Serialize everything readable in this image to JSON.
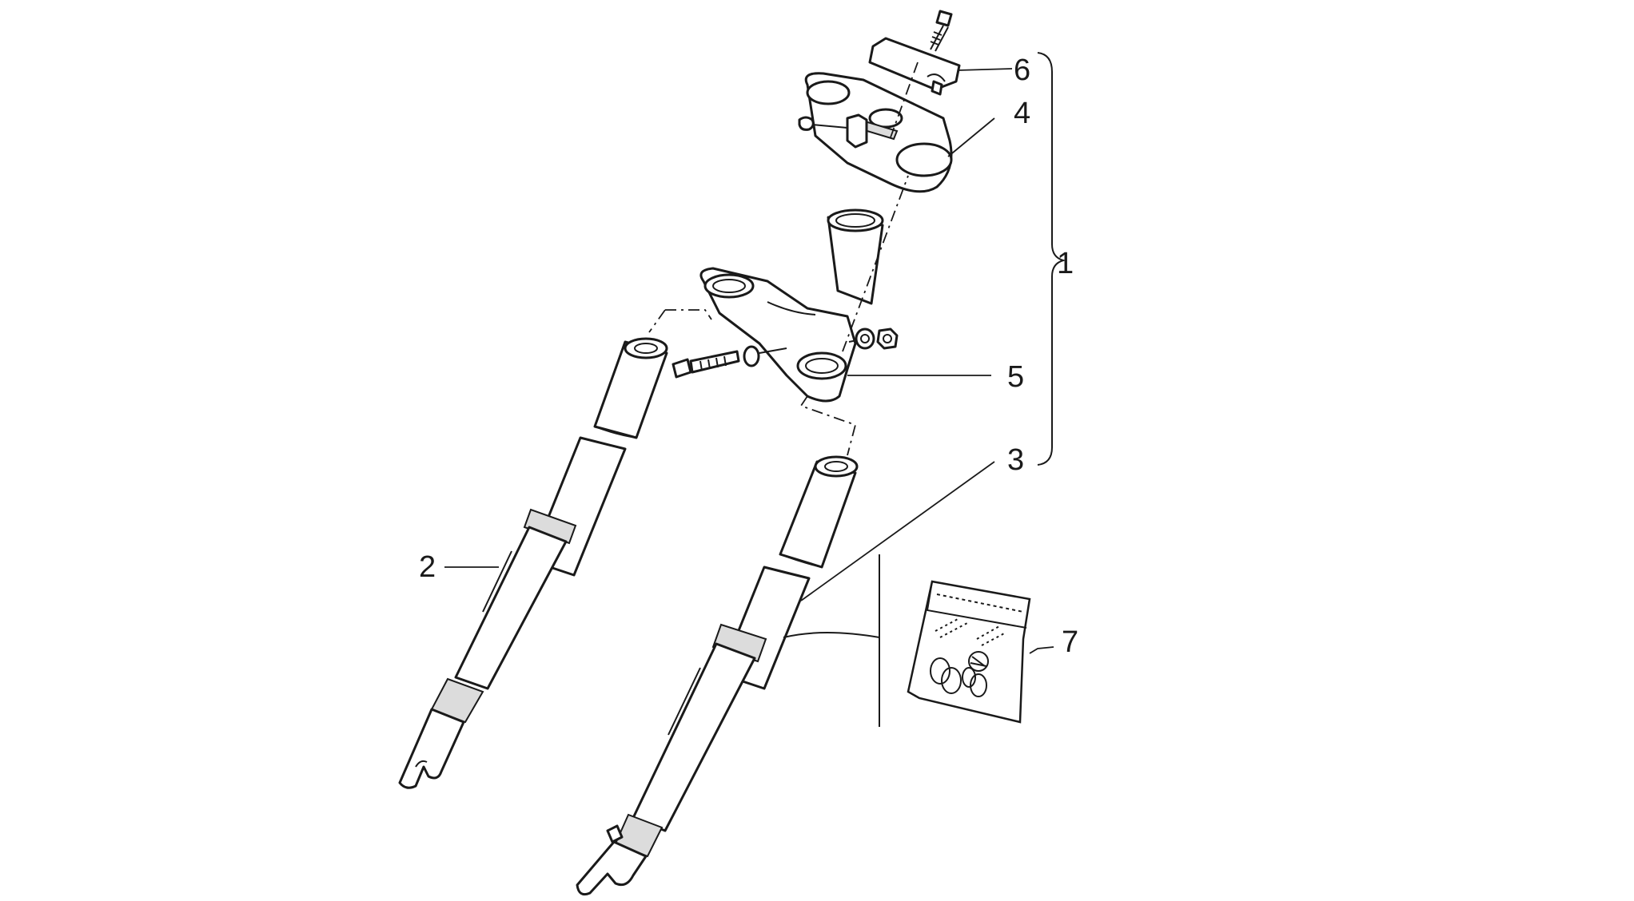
{
  "callouts": [
    {
      "id": "1",
      "label": "1"
    },
    {
      "id": "2",
      "label": "2"
    },
    {
      "id": "3",
      "label": "3"
    },
    {
      "id": "4",
      "label": "4"
    },
    {
      "id": "5",
      "label": "5"
    },
    {
      "id": "6",
      "label": "6"
    },
    {
      "id": "7",
      "label": "7"
    }
  ],
  "line_color": "#1a1a1a",
  "background_color": "#ffffff"
}
